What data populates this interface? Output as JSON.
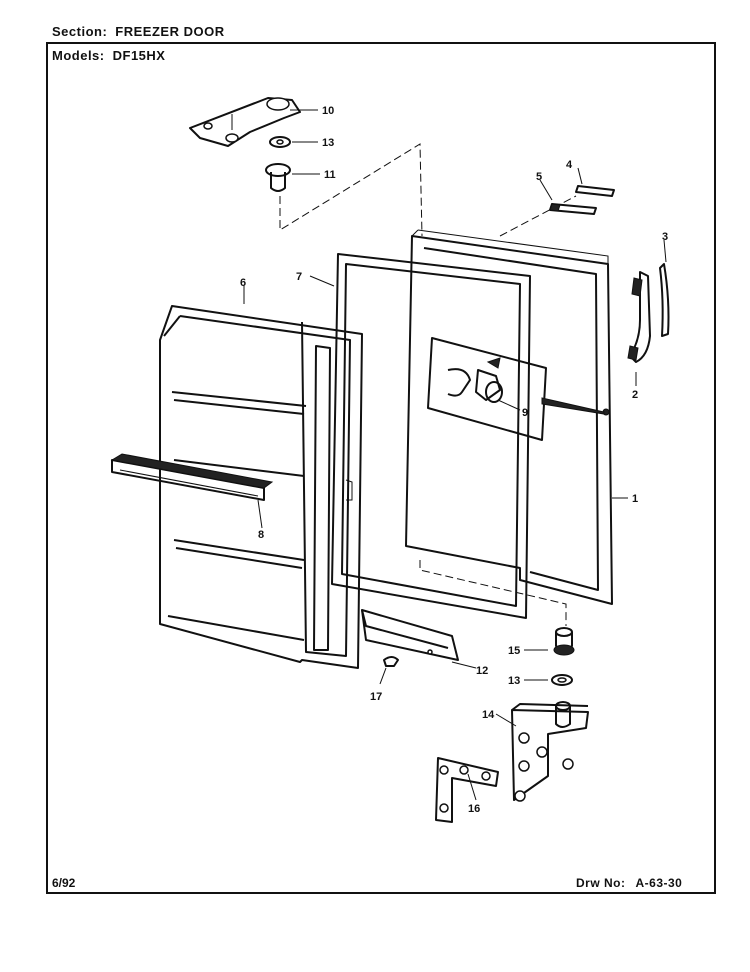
{
  "header": {
    "section_label": "Section:",
    "section_value": "FREEZER DOOR",
    "models_label": "Models:",
    "models_value": "DF15HX"
  },
  "footer": {
    "date": "6/92",
    "drw_label": "Drw No:",
    "drw_value": "A-63-30"
  },
  "callouts": {
    "c1": "1",
    "c2": "2",
    "c3": "3",
    "c4": "4",
    "c5": "5",
    "c6": "6",
    "c7": "7",
    "c8": "8",
    "c9": "9",
    "c10": "10",
    "c11": "11",
    "c12": "12",
    "c13a": "13",
    "c13b": "13",
    "c14": "14",
    "c15": "15",
    "c16": "16",
    "c17": "17"
  }
}
